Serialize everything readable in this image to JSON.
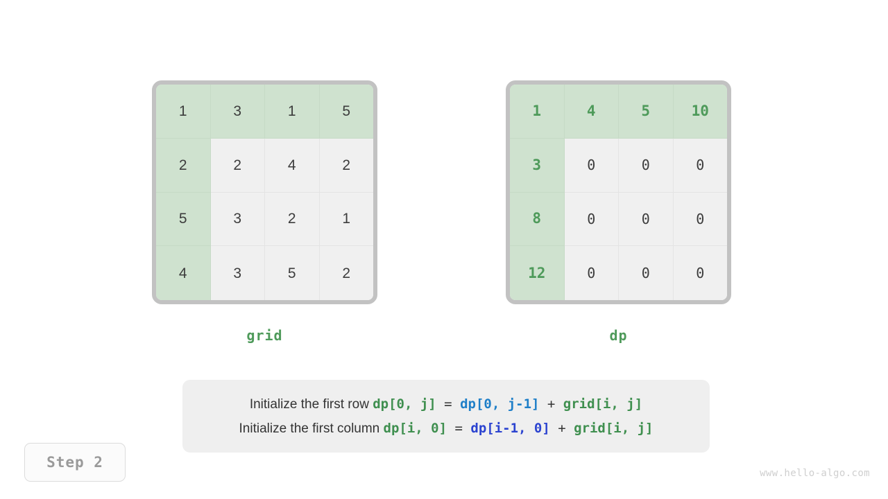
{
  "matrices": [
    {
      "id": "grid",
      "label": "grid",
      "rows": [
        [
          {
            "v": "1",
            "hl": true
          },
          {
            "v": "3",
            "hl": true
          },
          {
            "v": "1",
            "hl": true
          },
          {
            "v": "5",
            "hl": true
          }
        ],
        [
          {
            "v": "2",
            "hl": true
          },
          {
            "v": "2",
            "hl": false
          },
          {
            "v": "4",
            "hl": false
          },
          {
            "v": "2",
            "hl": false
          }
        ],
        [
          {
            "v": "5",
            "hl": true
          },
          {
            "v": "3",
            "hl": false
          },
          {
            "v": "2",
            "hl": false
          },
          {
            "v": "1",
            "hl": false
          }
        ],
        [
          {
            "v": "4",
            "hl": true
          },
          {
            "v": "3",
            "hl": false
          },
          {
            "v": "5",
            "hl": false
          },
          {
            "v": "2",
            "hl": false
          }
        ]
      ]
    },
    {
      "id": "dp",
      "label": "dp",
      "rows": [
        [
          {
            "v": "1",
            "hl": true
          },
          {
            "v": "4",
            "hl": true
          },
          {
            "v": "5",
            "hl": true
          },
          {
            "v": "10",
            "hl": true
          }
        ],
        [
          {
            "v": "3",
            "hl": true
          },
          {
            "v": "0",
            "hl": false
          },
          {
            "v": "0",
            "hl": false
          },
          {
            "v": "0",
            "hl": false
          }
        ],
        [
          {
            "v": "8",
            "hl": true
          },
          {
            "v": "0",
            "hl": false
          },
          {
            "v": "0",
            "hl": false
          },
          {
            "v": "0",
            "hl": false
          }
        ],
        [
          {
            "v": "12",
            "hl": true
          },
          {
            "v": "0",
            "hl": false
          },
          {
            "v": "0",
            "hl": false
          },
          {
            "v": "0",
            "hl": false
          }
        ]
      ]
    }
  ],
  "caption": {
    "line1": {
      "text": "Initialize the first row ",
      "lhs": "dp[0, j]",
      "eq": " = ",
      "rhs": "dp[0, j-1]",
      "plus": " + ",
      "term": "grid[i, j]"
    },
    "line2": {
      "text": "Initialize the first column ",
      "lhs": "dp[i, 0]",
      "eq": " = ",
      "rhs": "dp[i-1, 0]",
      "plus": " + ",
      "term": "grid[i, j]"
    }
  },
  "step_badge": "Step 2",
  "watermark": "www.hello-algo.com",
  "colors": {
    "highlight_cell": "#cfe2cf",
    "normal_cell": "#f0f0f0",
    "matrix_border": "#c2c2c2",
    "green_text": "#4e9a5a",
    "blue_light": "#1f7fc8",
    "blue_dark": "#2b43d0",
    "dark_text": "#3c3c3c"
  }
}
